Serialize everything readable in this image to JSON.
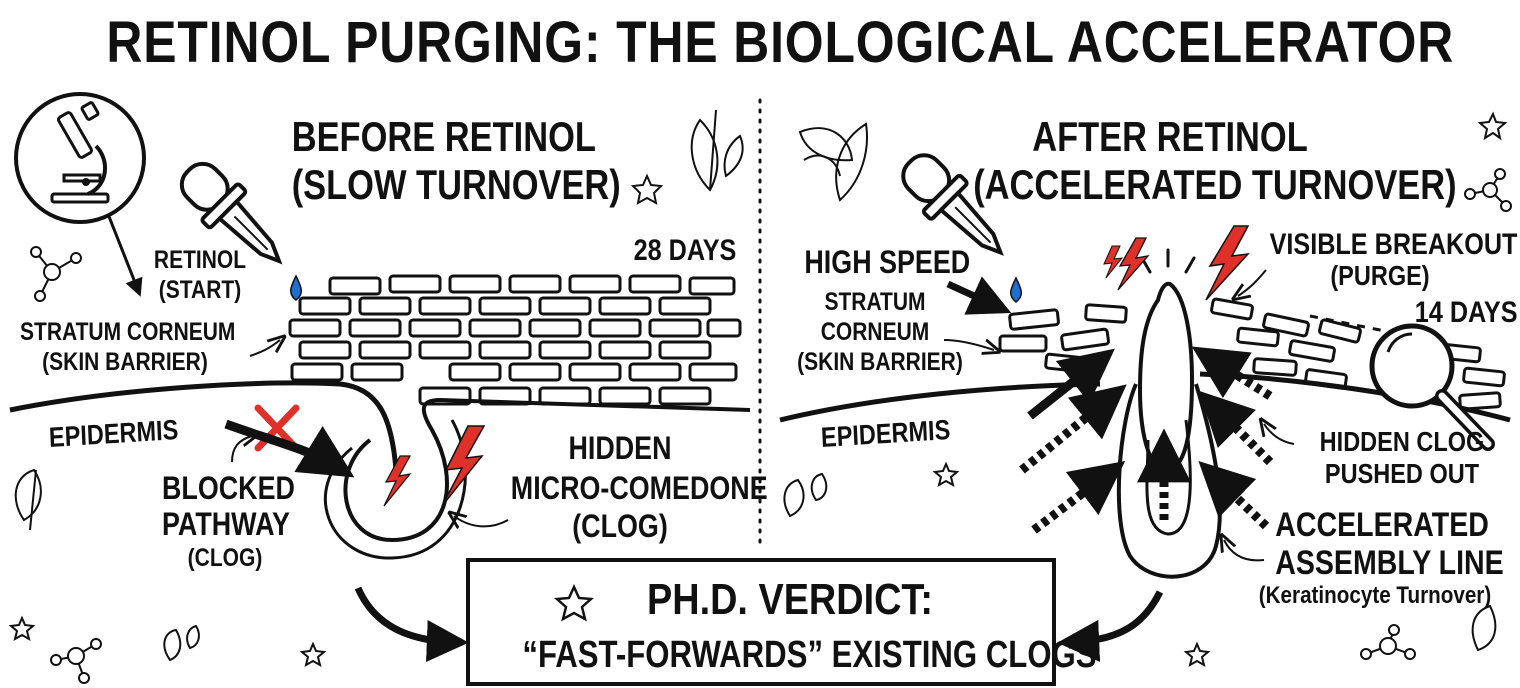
{
  "title": "RETINOL PURGING: THE BIOLOGICAL ACCELERATOR",
  "before": {
    "heading_line1": "BEFORE RETINOL",
    "heading_line2": "(SLOW TURNOVER)",
    "days": "28 DAYS",
    "retinol_label_line1": "RETINOL",
    "retinol_label_line2": "(START)",
    "stratum_line1": "STRATUM CORNEUM",
    "stratum_line2": "(SKIN BARRIER)",
    "epidermis": "EPIDERMIS",
    "blocked_line1": "BLOCKED",
    "blocked_line2": "PATHWAY",
    "blocked_line3": "(CLOG)",
    "hidden_line1": "HIDDEN",
    "hidden_line2": "MICRO-COMEDONE",
    "hidden_line3": "(CLOG)"
  },
  "after": {
    "heading_line1": "AFTER RETINOL",
    "heading_line2": "(ACCELERATED TURNOVER)",
    "days": "14 DAYS",
    "high_speed": "HIGH SPEED",
    "stratum_line1": "STRATUM",
    "stratum_line2": "CORNEUM",
    "stratum_line3": "(SKIN BARRIER)",
    "epidermis": "EPIDERMIS",
    "breakout_line1": "VISIBLE BREAKOUT",
    "breakout_line2": "(PURGE)",
    "clog_out_line1": "HIDDEN CLOG",
    "clog_out_line2": "PUSHED OUT",
    "assembly_line1": "ACCELERATED",
    "assembly_line2": "ASSEMBLY LINE",
    "assembly_line3": "(Keratinocyte Turnover)"
  },
  "verdict": {
    "line1": "PH.D. VERDICT:",
    "line2": "“FAST-FORWARDS” EXISTING CLOGS"
  },
  "colors": {
    "ink": "#111111",
    "accent_red": "#e0302a",
    "drop_blue": "#1f6fd1",
    "background": "#ffffff"
  },
  "icons": [
    "microscope-icon",
    "dropper-icon",
    "lightning-icon",
    "magnifier-icon",
    "star-icon",
    "leaf-icon",
    "molecule-icon",
    "x-mark-icon"
  ]
}
